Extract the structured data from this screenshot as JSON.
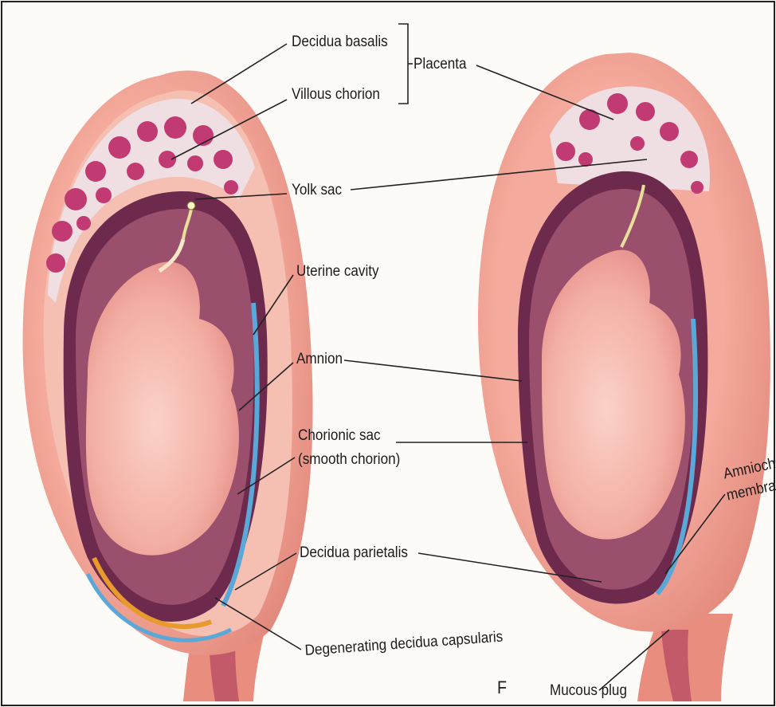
{
  "labels": {
    "decidua_basalis": "Decidua basalis",
    "villous_chorion": "Villous chorion",
    "placenta": "Placenta",
    "yolk_sac": "Yolk sac",
    "uterine_cavity": "Uterine cavity",
    "amnion": "Amnion",
    "chorionic_sac_line1": "Chorionic sac",
    "chorionic_sac_line2": "(smooth chorion)",
    "decidua_parietalis": "Decidua parietalis",
    "degenerating_decidua_capsularis": "Degenerating decidua capsularis",
    "amniochorionic_line1": "Amniochor",
    "amniochorionic_line2": "membrana",
    "mucous_plug": "Mucous plug",
    "panel_letter": "F"
  },
  "colors": {
    "uterine_wall": "#e98d7f",
    "decidua": "#f3b4a9",
    "placenta_pale": "#efd2d8",
    "villi": "#c13a72",
    "chorionic_dark": "#6e2a4d",
    "amniotic_fluid": "#9a4f6c",
    "fetus": "#f6b5ab",
    "amnion_blue": "#5aa8d8",
    "chorion_orange": "#e89a2c"
  }
}
